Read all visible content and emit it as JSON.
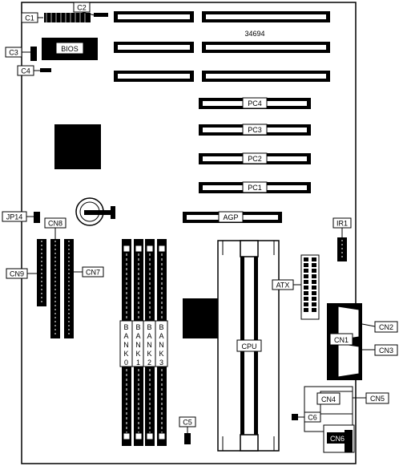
{
  "board_id": "34694",
  "chips": {
    "bios": "BIOS"
  },
  "slots": {
    "pc4": "PC4",
    "pc3": "PC3",
    "pc2": "PC2",
    "pc1": "PC1",
    "agp": "AGP"
  },
  "cpu": "CPU",
  "atx": "ATX",
  "banks": [
    "BANK0",
    "BANK1",
    "BANK2",
    "BANK3"
  ],
  "connectors": {
    "c1": "C1",
    "c2": "C2",
    "c3": "C3",
    "c4": "C4",
    "c5": "C5",
    "c6": "C6",
    "cn1": "CN1",
    "cn2": "CN2",
    "cn3": "CN3",
    "cn4": "CN4",
    "cn5": "CN5",
    "cn6": "CN6",
    "cn7": "CN7",
    "cn8": "CN8",
    "cn9": "CN9",
    "jp14": "JP14",
    "ir1": "IR1"
  }
}
